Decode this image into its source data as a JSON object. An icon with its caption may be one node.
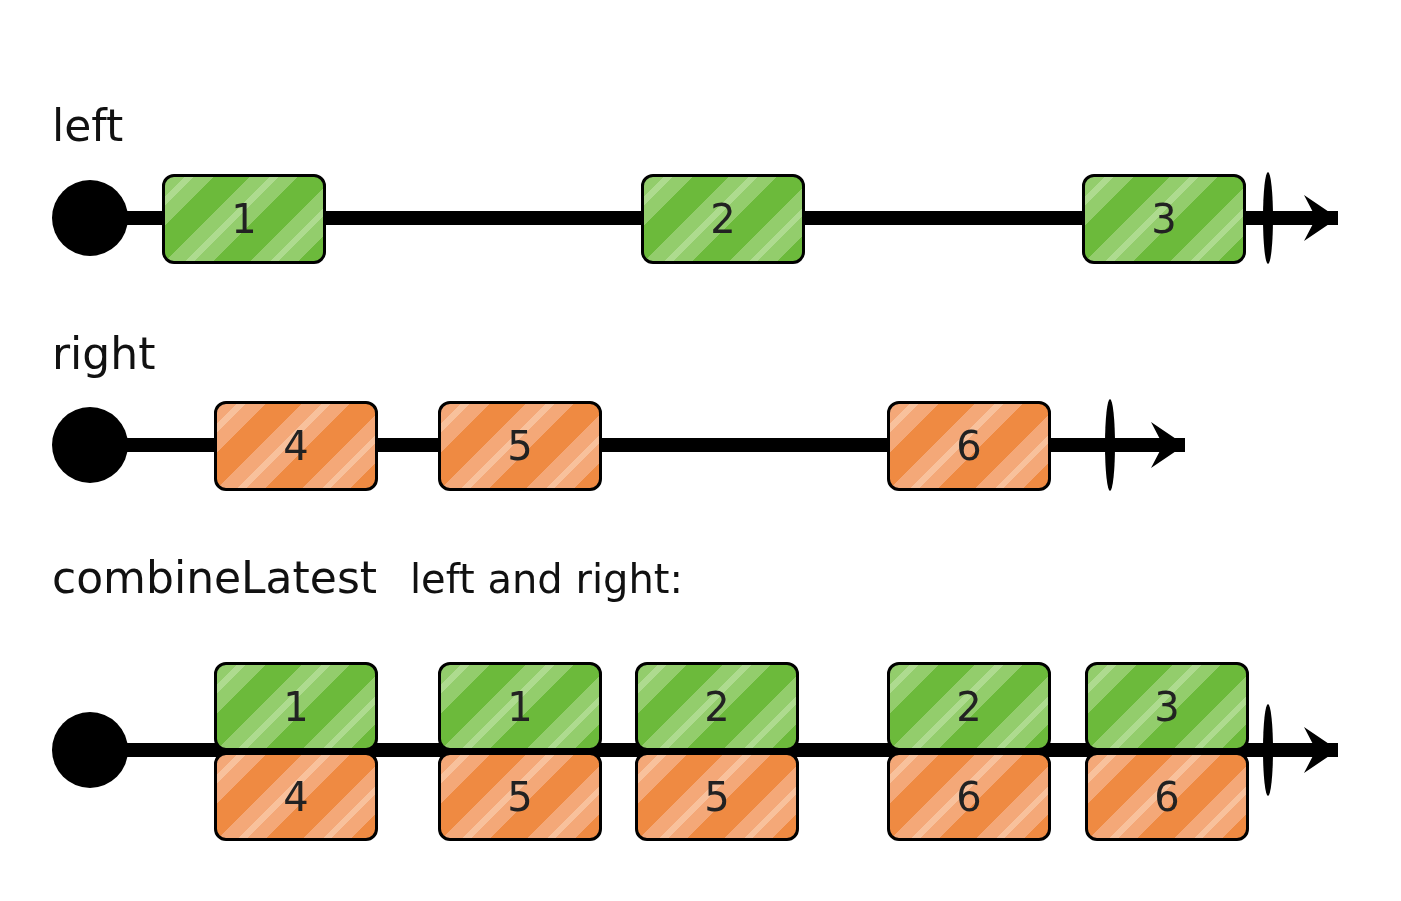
{
  "diagram": {
    "nodes": [
      {
        "text": [],
        "shape": "circle"
      },
      {
        "text": [
          "1"
        ]
      },
      {
        "text": [
          "2"
        ]
      },
      {
        "text": [
          "3"
        ]
      },
      {
        "text": [],
        "shape": "circle"
      },
      {
        "text": [
          "4"
        ]
      },
      {
        "text": [
          "5"
        ]
      },
      {
        "text": [
          "6"
        ]
      },
      {
        "text": [],
        "shape": "circle"
      },
      {
        "text": [
          "1"
        ]
      },
      {
        "text": [
          "4"
        ]
      },
      {
        "text": [
          "1"
        ]
      },
      {
        "text": [
          "5"
        ]
      },
      {
        "text": [
          "2"
        ]
      },
      {
        "text": [
          "5"
        ]
      },
      {
        "text": [
          "2"
        ]
      },
      {
        "text": [
          "6"
        ]
      },
      {
        "text": [
          "3"
        ]
      },
      {
        "text": [
          "6"
        ]
      }
    ],
    "edges": [
      {
        "from": 0,
        "to": null,
        "arrow": "to"
      },
      {
        "from": 4,
        "to": null,
        "arrow": "to"
      },
      {
        "from": 8,
        "to": null,
        "arrow": "to"
      }
    ],
    "labels": [
      "left",
      "right",
      "combineLatest",
      "left and right:"
    ]
  }
}
